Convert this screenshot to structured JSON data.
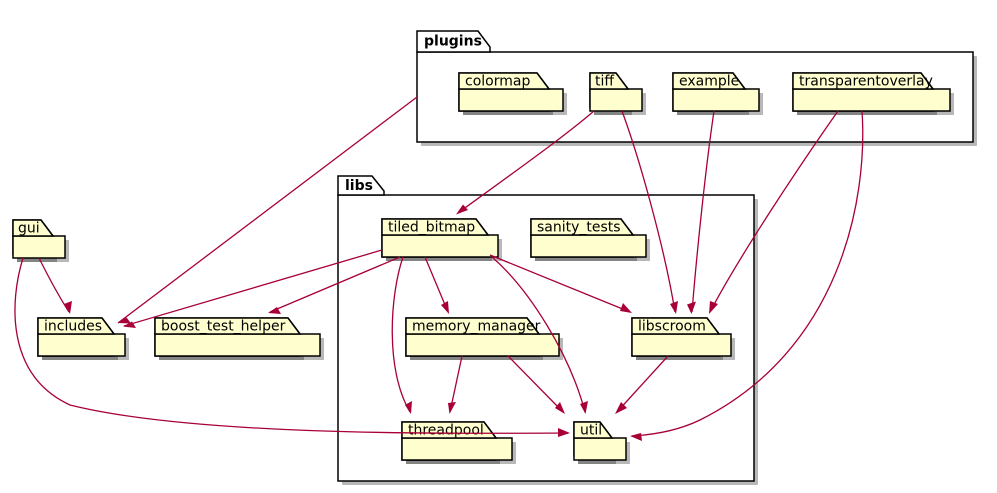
{
  "diagram": {
    "title": "package dependency diagram",
    "type": "uml-package-diagram",
    "background_color": "#FFFFFF",
    "node_fill_color": "#FEFECE",
    "node_border_color": "#000000",
    "edge_color": "#A80036",
    "package_fill_color": "#FFFFFF"
  },
  "packages": [
    {
      "id": "plugins",
      "label": "plugins"
    },
    {
      "id": "libs",
      "label": "libs"
    }
  ],
  "nodes": [
    {
      "id": "colormap",
      "label": "colormap",
      "package": "plugins"
    },
    {
      "id": "tiff",
      "label": "tiff",
      "package": "plugins"
    },
    {
      "id": "example",
      "label": "example",
      "package": "plugins"
    },
    {
      "id": "transparentoverlay",
      "label": "transparentoverlay",
      "package": "plugins"
    },
    {
      "id": "tiled_bitmap",
      "label": "tiled_bitmap",
      "package": "libs"
    },
    {
      "id": "sanity_tests",
      "label": "sanity_tests",
      "package": "libs"
    },
    {
      "id": "memory_manager",
      "label": "memory_manager",
      "package": "libs"
    },
    {
      "id": "libscroom",
      "label": "libscroom",
      "package": "libs"
    },
    {
      "id": "threadpool",
      "label": "threadpool",
      "package": "libs"
    },
    {
      "id": "util",
      "label": "util",
      "package": "libs"
    },
    {
      "id": "gui",
      "label": "gui",
      "package": null
    },
    {
      "id": "includes",
      "label": "includes",
      "package": null
    },
    {
      "id": "boost_test_helper",
      "label": "boost_test_helper",
      "package": null
    }
  ],
  "edges": [
    {
      "from": "plugins",
      "to": "includes"
    },
    {
      "from": "tiff",
      "to": "tiled_bitmap"
    },
    {
      "from": "tiff",
      "to": "libscroom"
    },
    {
      "from": "example",
      "to": "libscroom"
    },
    {
      "from": "transparentoverlay",
      "to": "libscroom"
    },
    {
      "from": "transparentoverlay",
      "to": "util"
    },
    {
      "from": "gui",
      "to": "includes"
    },
    {
      "from": "gui",
      "to": "util"
    },
    {
      "from": "tiled_bitmap",
      "to": "includes"
    },
    {
      "from": "tiled_bitmap",
      "to": "boost_test_helper"
    },
    {
      "from": "tiled_bitmap",
      "to": "memory_manager"
    },
    {
      "from": "tiled_bitmap",
      "to": "threadpool"
    },
    {
      "from": "tiled_bitmap",
      "to": "libscroom"
    },
    {
      "from": "tiled_bitmap",
      "to": "util"
    },
    {
      "from": "memory_manager",
      "to": "threadpool"
    },
    {
      "from": "memory_manager",
      "to": "util"
    },
    {
      "from": "libscroom",
      "to": "util"
    }
  ]
}
